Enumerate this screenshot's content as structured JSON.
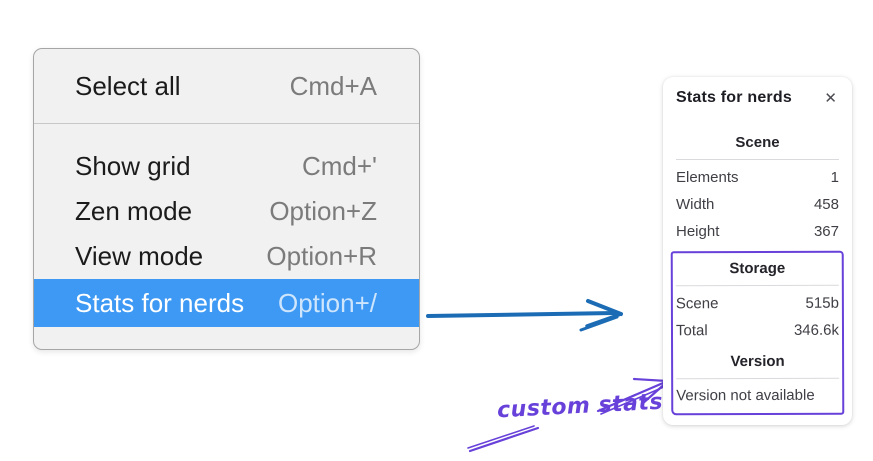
{
  "window": {
    "background": "#ffffff"
  },
  "context_menu": {
    "groups": [
      {
        "items": [
          {
            "label": "Select all",
            "shortcut": "Cmd+A"
          }
        ]
      },
      {
        "items": [
          {
            "label": "Show grid",
            "shortcut": "Cmd+'"
          },
          {
            "label": "Zen mode",
            "shortcut": "Option+Z"
          },
          {
            "label": "View mode",
            "shortcut": "Option+R"
          },
          {
            "label": "Stats for nerds",
            "shortcut": "Option+/"
          }
        ]
      }
    ],
    "highlighted_item": "Stats for nerds"
  },
  "stats_panel": {
    "title": "Stats for nerds",
    "close_icon": "✕",
    "scene": {
      "header": "Scene",
      "rows": [
        {
          "label": "Elements",
          "value": "1"
        },
        {
          "label": "Width",
          "value": "458"
        },
        {
          "label": "Height",
          "value": "367"
        }
      ]
    },
    "storage": {
      "header": "Storage",
      "rows": [
        {
          "label": "Scene",
          "value": "515b"
        },
        {
          "label": "Total",
          "value": "346.6k"
        }
      ]
    },
    "version": {
      "header": "Version",
      "note": "Version not available"
    }
  },
  "annotation": {
    "label": "custom stats"
  },
  "colors": {
    "menu_highlight": "#3d99f4",
    "arrow_blue": "#1c6cb5",
    "annotation_purple": "#6741d9"
  }
}
